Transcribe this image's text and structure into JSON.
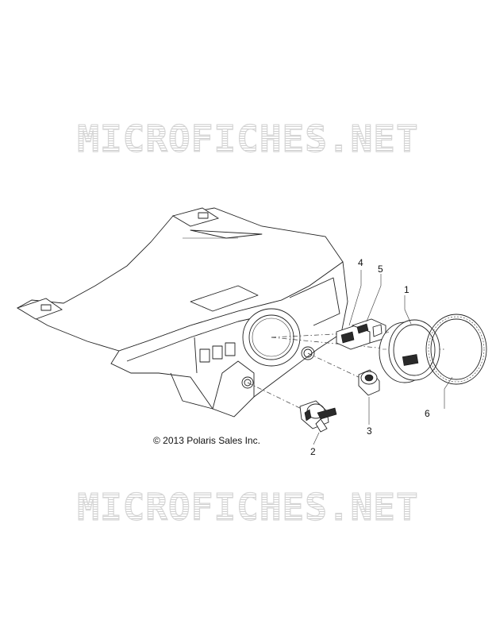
{
  "watermark": {
    "text": "MICROFICHES.NET"
  },
  "copyright": "© 2013 Polaris Sales Inc.",
  "callouts": [
    "1",
    "2",
    "3",
    "4",
    "5",
    "6"
  ]
}
